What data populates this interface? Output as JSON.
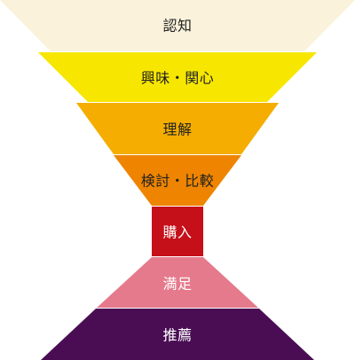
{
  "funnel": {
    "stages": [
      {
        "label": "認知",
        "color": "#fbf2dc",
        "text_color": "#222222"
      },
      {
        "label": "興味・関心",
        "color": "#f7e600",
        "text_color": "#222222"
      },
      {
        "label": "理解",
        "color": "#f4ad00",
        "text_color": "#222222"
      },
      {
        "label": "検討・比較",
        "color": "#ee8400",
        "text_color": "#222222"
      },
      {
        "label": "購入",
        "color": "#c50f19",
        "text_color": "#ffffff"
      },
      {
        "label": "満足",
        "color": "#e57a8c",
        "text_color": "#ffffff"
      },
      {
        "label": "推薦",
        "color": "#4a0d54",
        "text_color": "#ffffff"
      }
    ]
  }
}
